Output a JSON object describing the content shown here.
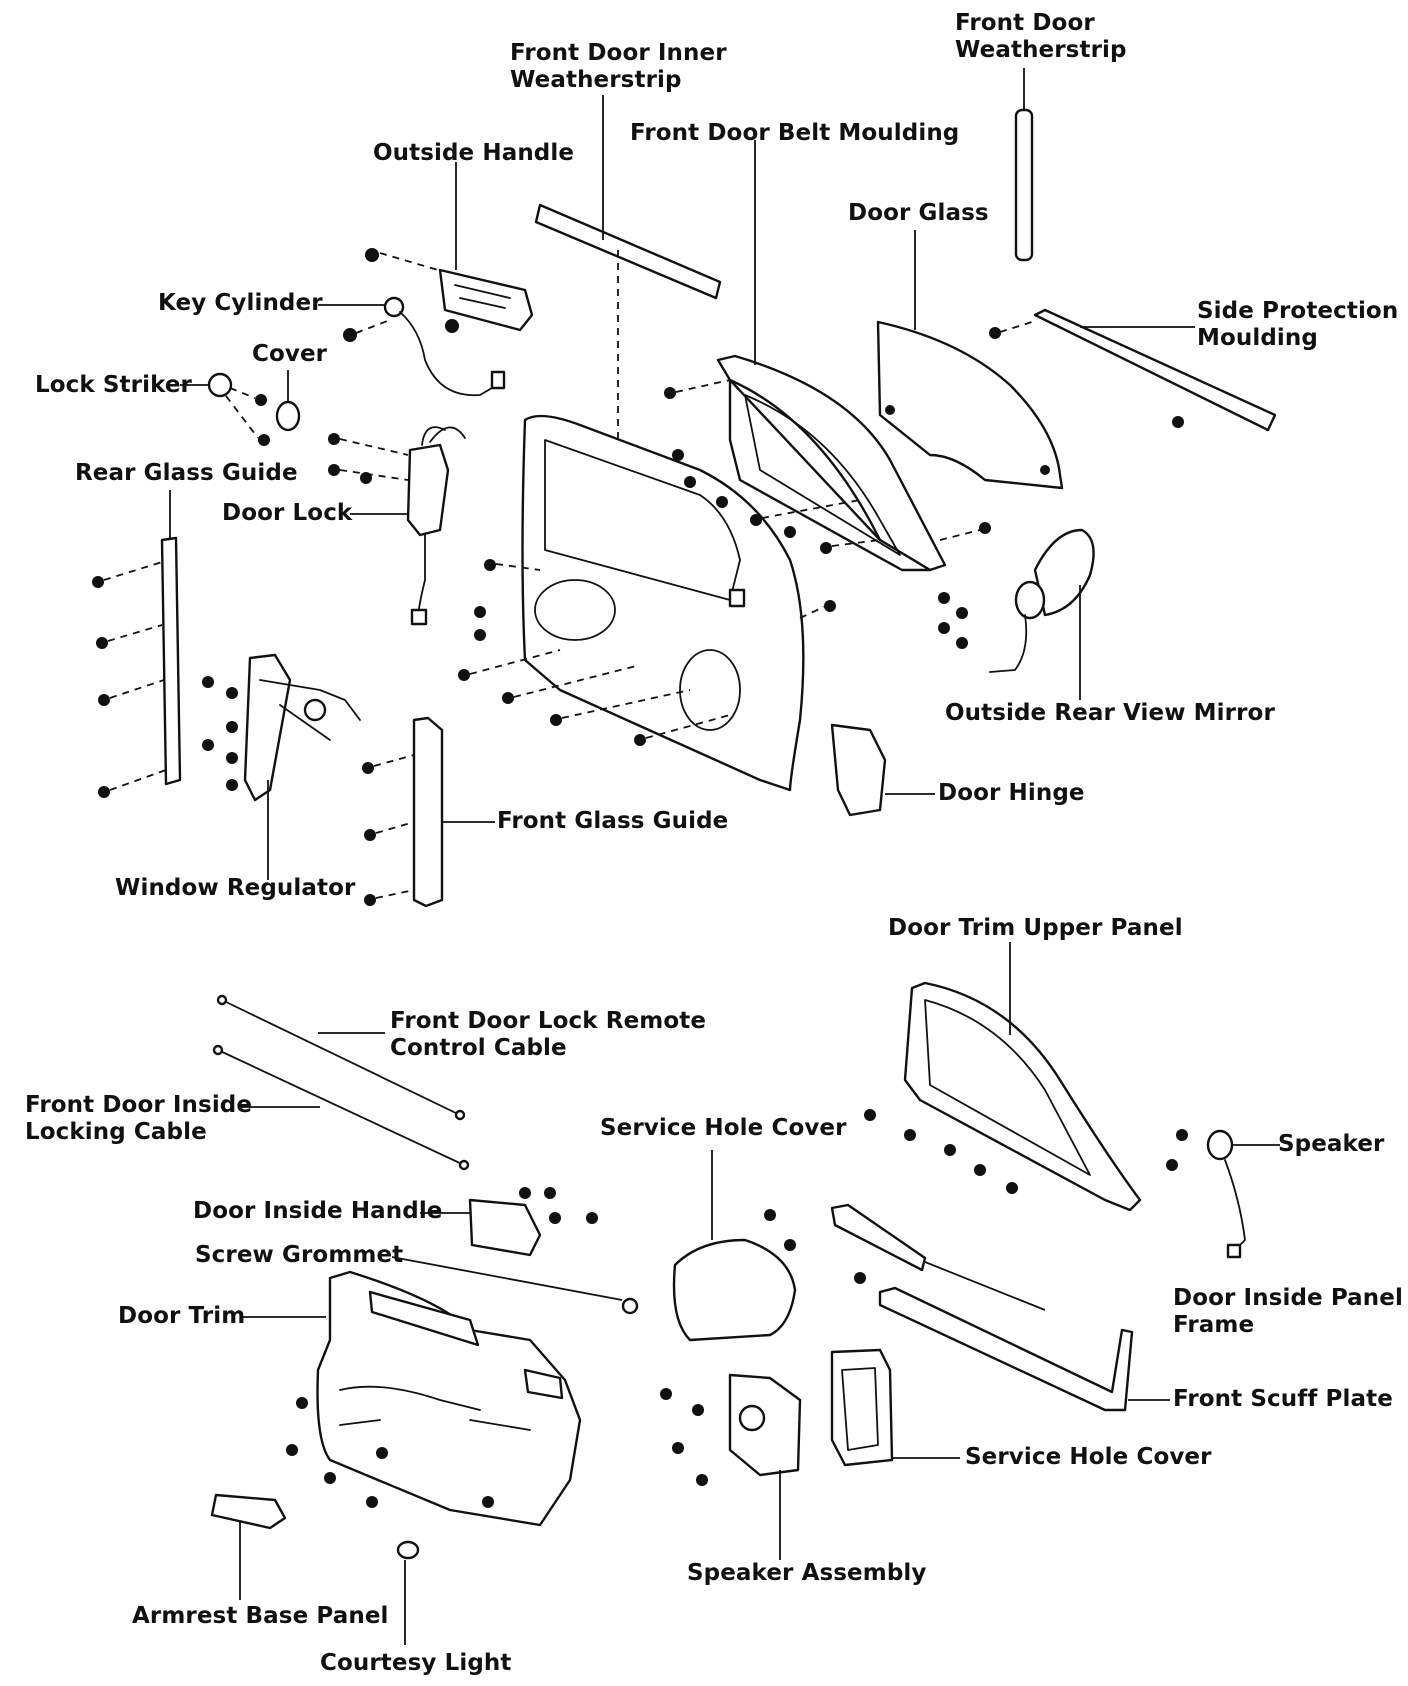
{
  "labels": {
    "front_door_weatherstrip": "Front Door\nWeatherstrip",
    "front_door_inner_weatherstrip": "Front Door Inner\nWeatherstrip",
    "front_door_belt_moulding": "Front Door Belt Moulding",
    "outside_handle": "Outside Handle",
    "door_glass": "Door Glass",
    "side_protection_moulding": "Side Protection\nMoulding",
    "key_cylinder": "Key Cylinder",
    "cover": "Cover",
    "lock_striker": "Lock Striker",
    "rear_glass_guide": "Rear Glass Guide",
    "door_lock": "Door Lock",
    "outside_rear_view_mirror": "Outside Rear View Mirror",
    "door_hinge": "Door Hinge",
    "front_glass_guide": "Front Glass Guide",
    "window_regulator": "Window Regulator",
    "door_trim_upper_panel": "Door Trim Upper Panel",
    "front_door_lock_remote_control_cable": "Front Door Lock Remote\nControl Cable",
    "front_door_inside_locking_cable": "Front Door Inside\nLocking Cable",
    "service_hole_cover_top": "Service Hole Cover",
    "speaker": "Speaker",
    "door_inside_handle": "Door Inside Handle",
    "screw_grommet": "Screw Grommet",
    "door_inside_panel_frame": "Door Inside Panel\nFrame",
    "door_trim": "Door Trim",
    "front_scuff_plate": "Front Scuff Plate",
    "service_hole_cover_bottom": "Service Hole Cover",
    "speaker_assembly": "Speaker Assembly",
    "armrest_base_panel": "Armrest Base Panel",
    "courtesy_light": "Courtesy Light"
  }
}
